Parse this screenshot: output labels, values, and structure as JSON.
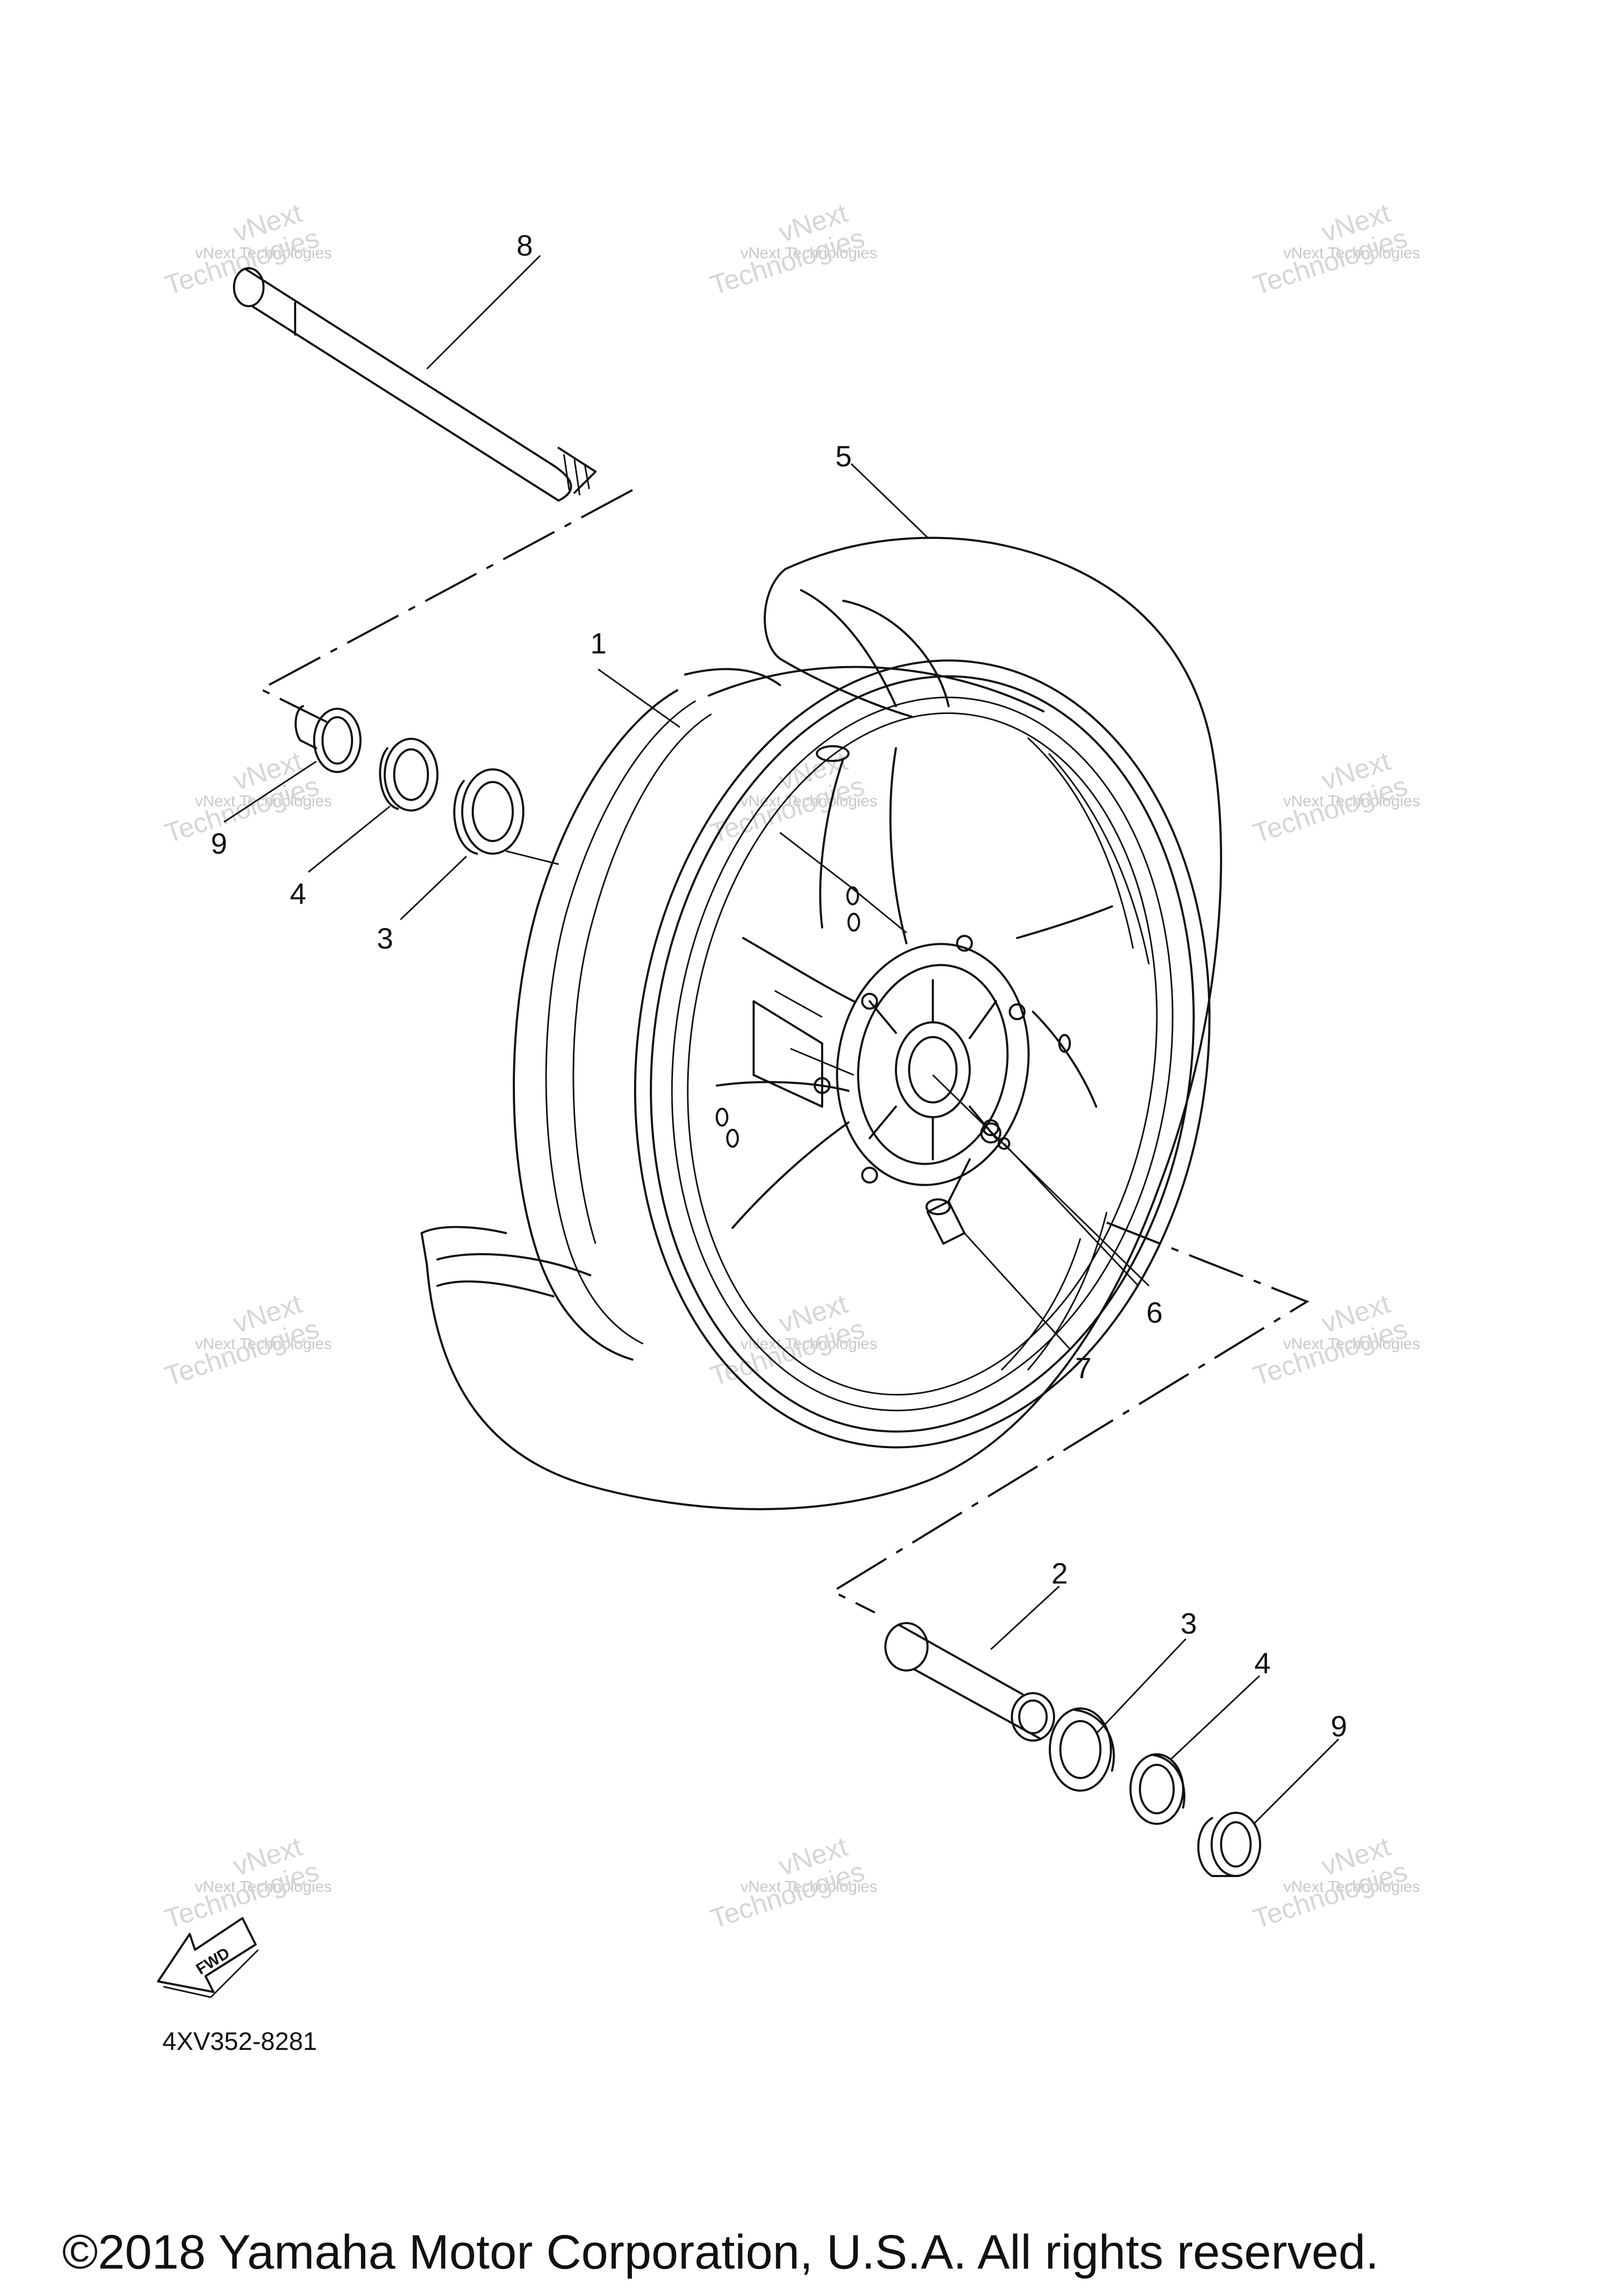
{
  "callouts": {
    "p1": "1",
    "p2": "2",
    "p3_left": "3",
    "p3_right": "3",
    "p4_left": "4",
    "p4_right": "4",
    "p5": "5",
    "p6": "6",
    "p7": "7",
    "p8": "8",
    "p9_left": "9",
    "p9_right": "9"
  },
  "watermark": {
    "line1": "vNext Technologies",
    "line2": "vNext",
    "line3": "Technologies"
  },
  "fwd_label": "FWD",
  "part_code": "4XV352-8281",
  "copyright": "©2018 Yamaha Motor Corporation, U.S.A. All rights reserved."
}
